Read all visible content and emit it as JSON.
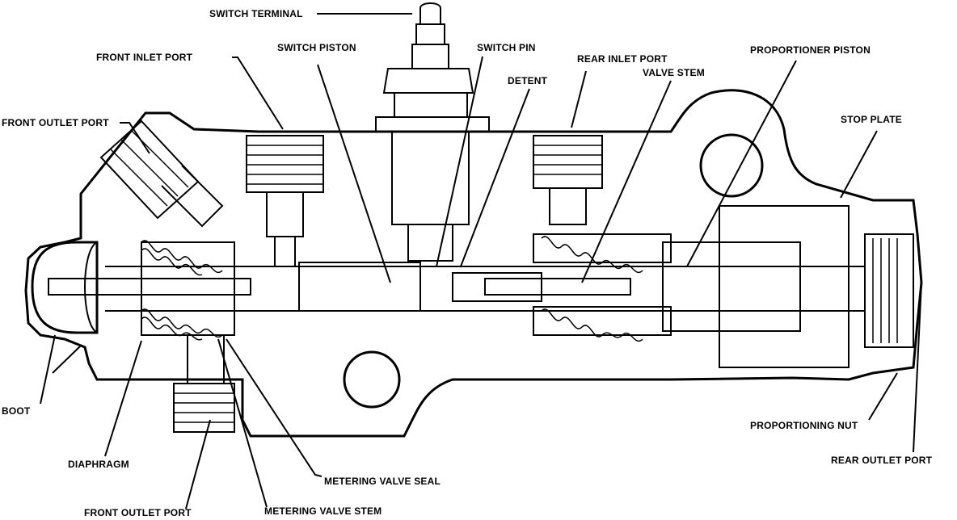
{
  "labels": {
    "switch_terminal": "SWITCH TERMINAL",
    "switch_piston": "SWITCH PISTON",
    "switch_pin": "SWITCH PIN",
    "front_inlet_port": "FRONT INLET PORT",
    "rear_inlet_port": "REAR INLET PORT",
    "detent": "DETENT",
    "valve_stem": "VALVE STEM",
    "proportioner_piston": "PROPORTIONER PISTON",
    "front_outlet_port_top": "FRONT OUTLET PORT",
    "stop_plate": "STOP PLATE",
    "boot": "BOOT",
    "diaphragm": "DIAPHRAGM",
    "front_outlet_port_bottom": "FRONT OUTLET PORT",
    "metering_valve_seal": "METERING VALVE SEAL",
    "metering_valve_stem": "METERING VALVE STEM",
    "proportioning_nut": "PROPORTIONING NUT",
    "rear_outlet_port": "REAR OUTLET PORT"
  }
}
